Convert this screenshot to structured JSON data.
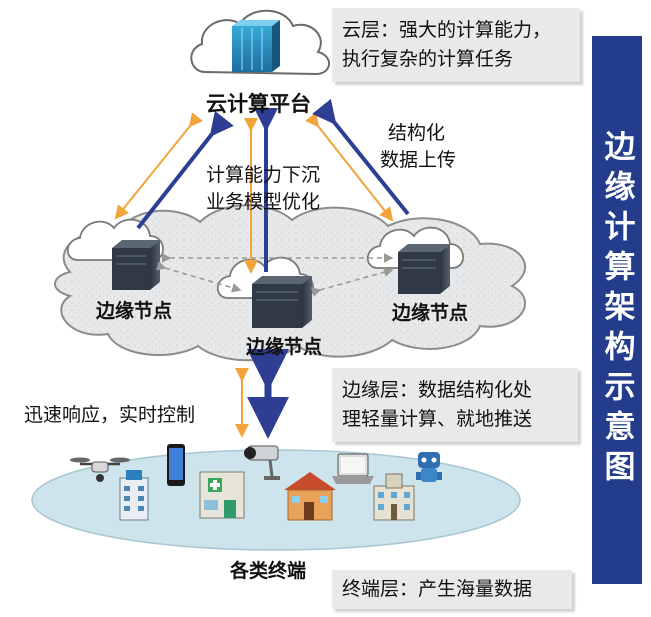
{
  "cloud_layer": {
    "title": "云计算平台",
    "note_line1": "云层：强大的计算能力，",
    "note_line2": "执行复杂的计算任务"
  },
  "arrows": {
    "center_line1": "计算能力下沉",
    "center_line2": "业务模型优化",
    "right_line1": "结构化",
    "right_line2": "数据上传"
  },
  "edge_layer": {
    "node_labels": [
      "边缘节点",
      "边缘节点",
      "边缘节点"
    ],
    "note_line1": "边缘层：数据结构化处",
    "note_line2": "理轻量计算、就地推送",
    "response_text": "迅速响应，实时控制"
  },
  "terminal_layer": {
    "title": "各类终端",
    "note": "终端层：产生海量数据",
    "devices": [
      "drone-icon",
      "office-building-icon",
      "smartphone-icon",
      "hospital-icon",
      "security-camera-icon",
      "house-icon",
      "laptop-icon",
      "school-icon",
      "robot-icon"
    ]
  },
  "side_title": "边缘计算架构示意图",
  "colors": {
    "dark_arrow": "#2e3f93",
    "orange_arrow": "#f2a43a",
    "side_bar": "#233d8c",
    "note_bg": "#e9e9e9",
    "terminal_ellipse": "#cde4ec"
  }
}
